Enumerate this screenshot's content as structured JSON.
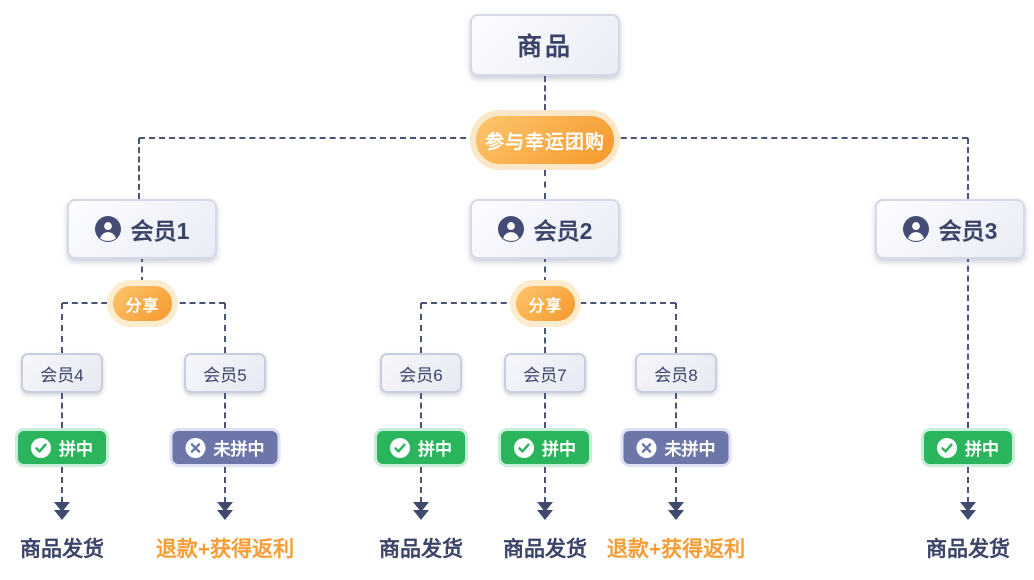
{
  "diagram": {
    "product": {
      "label": "商品"
    },
    "join_pill": {
      "label": "参与幸运团购"
    },
    "members": [
      {
        "label": "会员1"
      },
      {
        "label": "会员2"
      },
      {
        "label": "会员3"
      }
    ],
    "share_pills": [
      {
        "label": "分享"
      },
      {
        "label": "分享"
      }
    ],
    "columns": [
      {
        "child": "会员4",
        "badge": "拼中",
        "badge_type": "win",
        "outcome": "商品发货"
      },
      {
        "child": "会员5",
        "badge": "未拼中",
        "badge_type": "lose",
        "outcome": "退款+获得返利"
      },
      {
        "child": "会员6",
        "badge": "拼中",
        "badge_type": "win",
        "outcome": "商品发货"
      },
      {
        "child": "会员7",
        "badge": "拼中",
        "badge_type": "win",
        "outcome": "商品发货"
      },
      {
        "child": "会员8",
        "badge": "未拼中",
        "badge_type": "lose",
        "outcome": "退款+获得返利"
      },
      {
        "badge": "拼中",
        "badge_type": "win",
        "outcome": "商品发货"
      }
    ],
    "colors": {
      "line": "#4a5476",
      "text_dark": "#3b4468",
      "accent_orange": "#f79d2d",
      "success_green": "#2ab45c",
      "fail_purple": "#6d76a9",
      "outcome_orange": "#f59d36"
    }
  }
}
